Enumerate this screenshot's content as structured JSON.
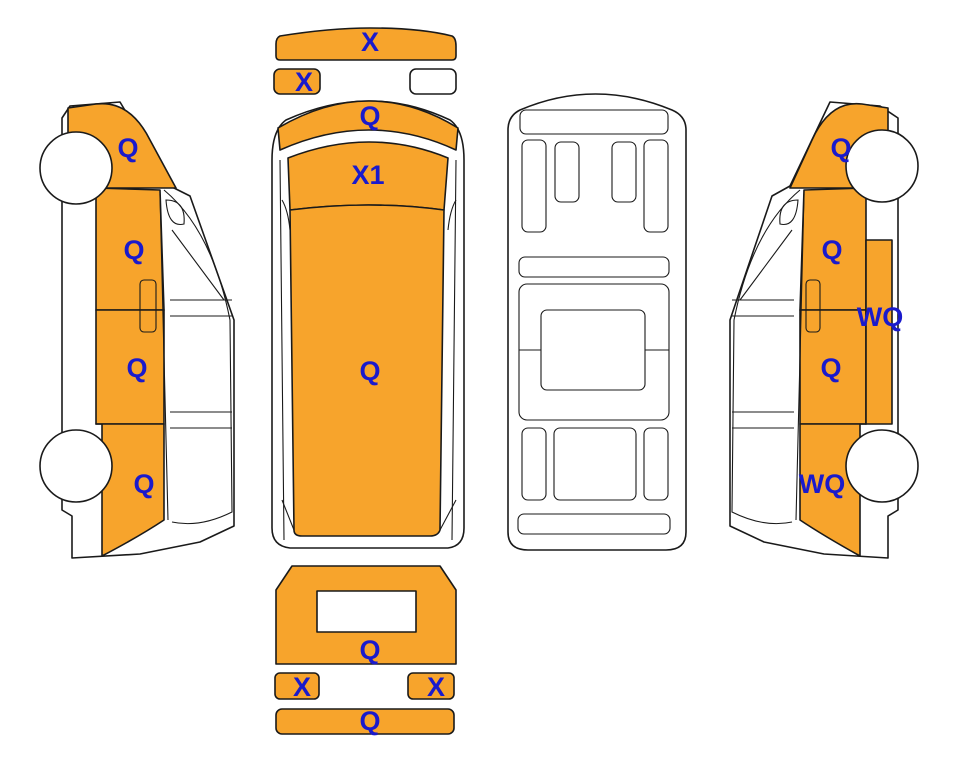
{
  "colors": {
    "damaged_panel": "#F7A42C",
    "code_text": "#1A1ACC",
    "outline": "#1A1A1A",
    "background": "#FFFFFF"
  },
  "codes": {
    "front_upper_grille": "X",
    "front_left_light": "X",
    "windshield_top": "Q",
    "roof_front": "X1",
    "roof_main": "Q",
    "rear_door": "Q",
    "rear_left_light": "X",
    "rear_right_light": "X",
    "rear_bumper": "Q",
    "left_front_fender": "Q",
    "left_front_door": "Q",
    "left_sliding_door": "Q",
    "left_rear_quarter": "Q",
    "right_front_fender": "Q",
    "right_front_door": "Q",
    "right_sliding_door_mark": "WQ",
    "right_sliding_door": "Q",
    "right_rear_quarter": "WQ"
  }
}
